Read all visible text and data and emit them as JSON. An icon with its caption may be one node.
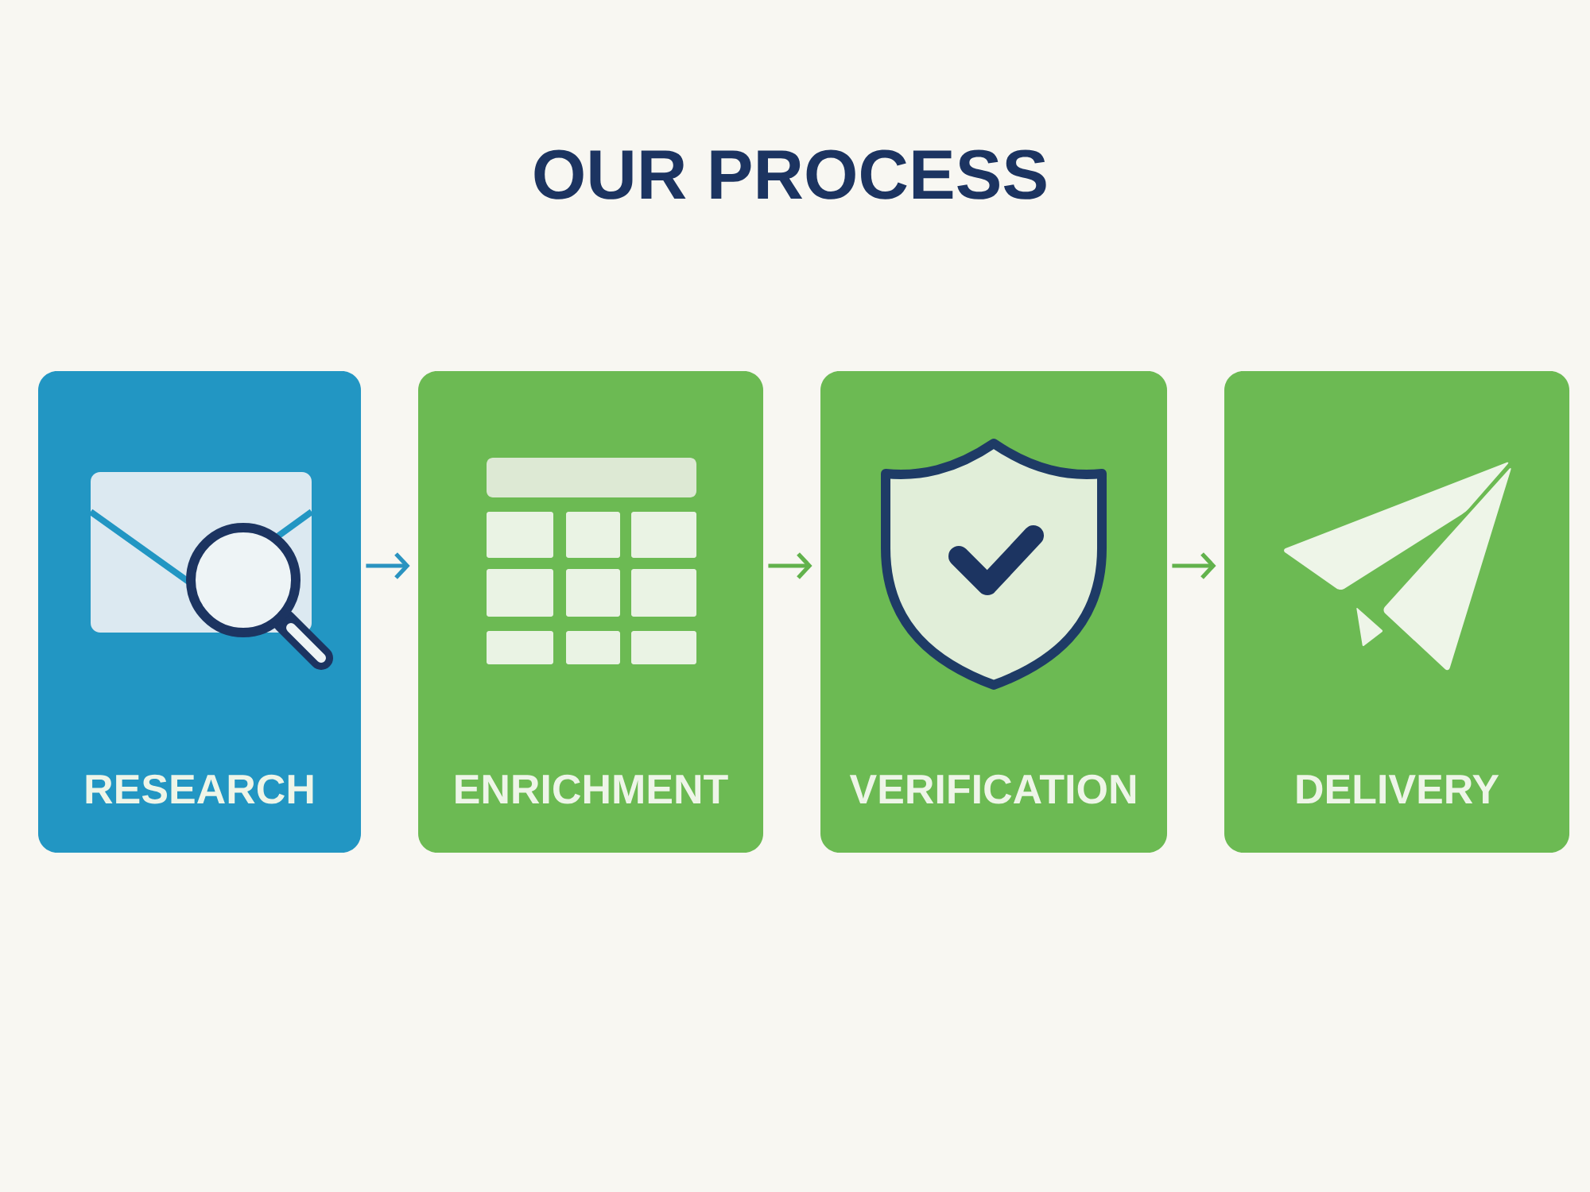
{
  "diagram": {
    "title": "OUR PROCESS",
    "nodes": [
      {
        "text": [
          "RESEARCH"
        ]
      },
      {
        "text": [
          "ENRICHMENT"
        ]
      },
      {
        "text": [
          "VERIFICATION"
        ]
      },
      {
        "text": [
          "DELIVERY"
        ]
      }
    ],
    "edges": [
      {
        "from": 0,
        "to": 1,
        "arrow": "to",
        "color": "#2a93c0"
      },
      {
        "from": 1,
        "to": 2,
        "arrow": "to"
      },
      {
        "from": 2,
        "to": 3,
        "arrow": "to"
      }
    ]
  }
}
